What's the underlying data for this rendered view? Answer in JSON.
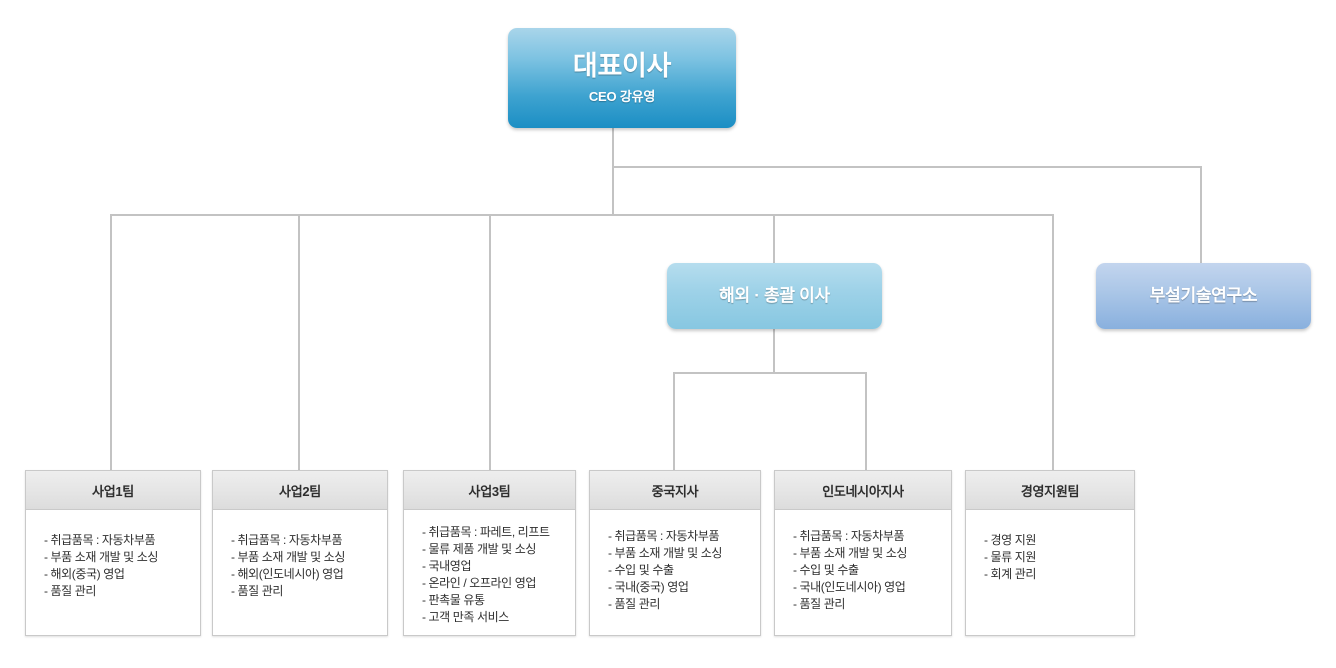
{
  "chart_title": "",
  "colors": {
    "ceo_top": "#a9d5ea",
    "ceo_bottom": "#1b8ec4",
    "overseas_top": "#b6ddee",
    "overseas_bottom": "#87c7e1",
    "research_top": "#c3d5ee",
    "research_bottom": "#89b0de",
    "dept_header_top": "#eeeeee",
    "dept_header_bottom": "#dcdcdc",
    "line": "#c3c3c3",
    "box_border": "#c9c9c9",
    "text_dark": "#2e2e2e",
    "text_white": "#ffffff",
    "background": "#ffffff"
  },
  "executives": {
    "ceo": {
      "title": "대표이사",
      "subtitle": "CEO 강유영"
    },
    "overseas_director": {
      "title": "해외 · 총괄 이사"
    },
    "research_institute": {
      "title": "부설기술연구소"
    }
  },
  "departments": [
    {
      "name": "사업1팀",
      "items": [
        "- 취급품목 : 자동차부품",
        "- 부품 소재 개발 및 소싱",
        "- 해외(중국) 영업",
        "- 품질 관리"
      ]
    },
    {
      "name": "사업2팀",
      "items": [
        "- 취급품목 : 자동차부품",
        "- 부품 소재 개발 및 소싱",
        "- 해외(인도네시아) 영업",
        "- 품질 관리"
      ]
    },
    {
      "name": "사업3팀",
      "items": [
        "- 취급품목 : 파레트, 리프트",
        "- 물류 제품 개발 및 소싱",
        "- 국내영업",
        "- 온라인 / 오프라인 영업",
        "- 판촉물 유통",
        "- 고객 만족 서비스"
      ]
    },
    {
      "name": "중국지사",
      "items": [
        "- 취급품목 : 자동차부품",
        "- 부품 소재 개발 및 소싱",
        "- 수입 및 수출",
        "- 국내(중국) 영업",
        "- 품질 관리"
      ]
    },
    {
      "name": "인도네시아지사",
      "items": [
        "- 취급품목 : 자동차부품",
        "- 부품 소재 개발 및 소싱",
        "- 수입 및 수출",
        "- 국내(인도네시아) 영업",
        "- 품질 관리"
      ]
    },
    {
      "name": "경영지원팀",
      "items": [
        "- 경영 지원",
        "- 물류 지원",
        "- 회계 관리"
      ]
    }
  ]
}
